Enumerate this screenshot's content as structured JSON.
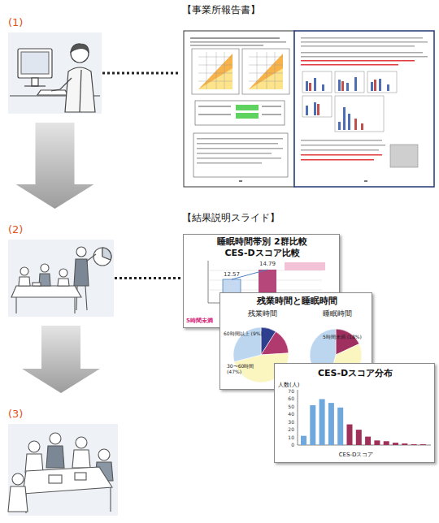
{
  "diagram": {
    "nodes": [
      {
        "text": [
          "(1)"
        ]
      },
      {
        "text": [
          "(2)"
        ]
      },
      {
        "text": [
          "(3)"
        ]
      },
      {
        "text": [
          "【事業所報告書】"
        ]
      },
      {
        "text": [
          "【結果説明スライド】"
        ]
      },
      {
        "text": [
          "睡眠時間帯別 2群比較",
          "CES-Dスコア比較",
          "12.57",
          "14.79",
          "5時間未満"
        ],
        "in": 4
      },
      {
        "text": [
          "残業時間と睡眠時間",
          "残業時間",
          "睡眠時間",
          "60時間以上 (9%)",
          "30〜60時間 (47%)",
          "5時間未満 (18%)"
        ],
        "in": 4
      },
      {
        "text": [
          "CES-Dスコア分布",
          "人数(人)",
          "CES-Dスコア",
          "0",
          "10",
          "20",
          "30",
          "40",
          "50",
          "60",
          "70"
        ],
        "in": 4
      }
    ],
    "edges": [
      {
        "from": 0,
        "to": 1,
        "arrow": "to"
      },
      {
        "from": 1,
        "to": 2,
        "arrow": "to"
      },
      {
        "from": 0,
        "to": 3,
        "arrow": "none"
      },
      {
        "from": 1,
        "to": 4,
        "arrow": "none"
      }
    ]
  }
}
